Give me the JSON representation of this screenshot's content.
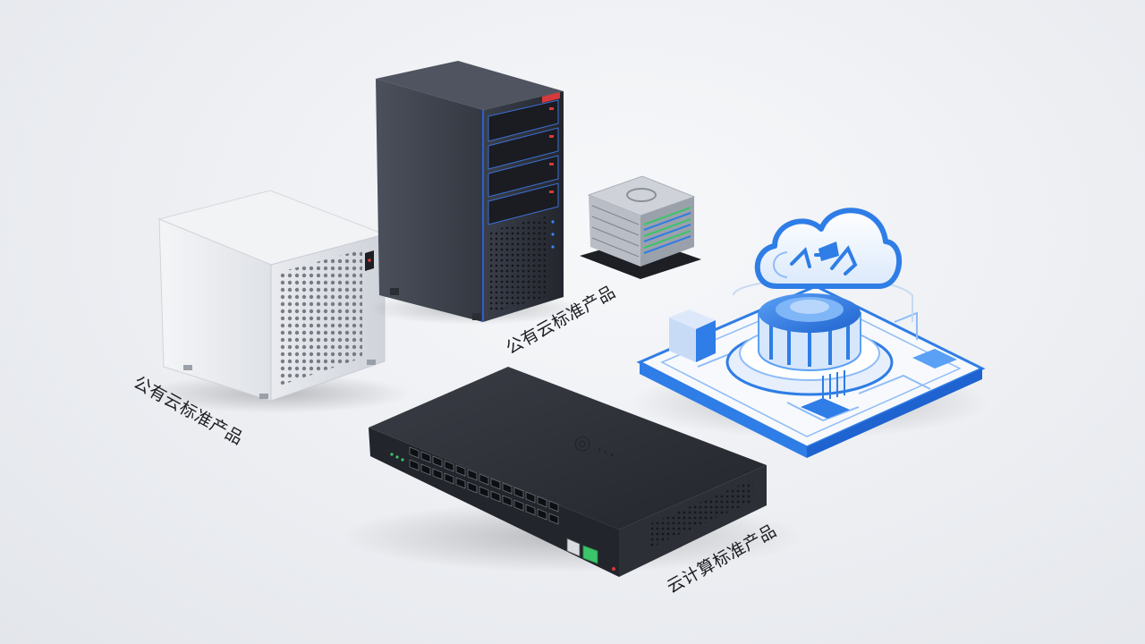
{
  "labels": {
    "mini_server": "公有云标准产品",
    "tower_server": "公有云标准产品",
    "network_switch": "云计算标准产品"
  },
  "colors": {
    "background": "#eceef2",
    "tower_dark": "#2e323b",
    "switch_dark": "#2b2e35",
    "cloud_blue": "#2f7de6",
    "accent_red": "#d63a3a",
    "led_green": "#3cc46a"
  },
  "icons": {
    "mini_server": "mini-server-cube-icon",
    "tower_server": "tower-server-icon",
    "rack_unit": "rack-server-stack-icon",
    "cloud_platform": "cloud-platform-icon",
    "switch": "network-switch-icon"
  }
}
